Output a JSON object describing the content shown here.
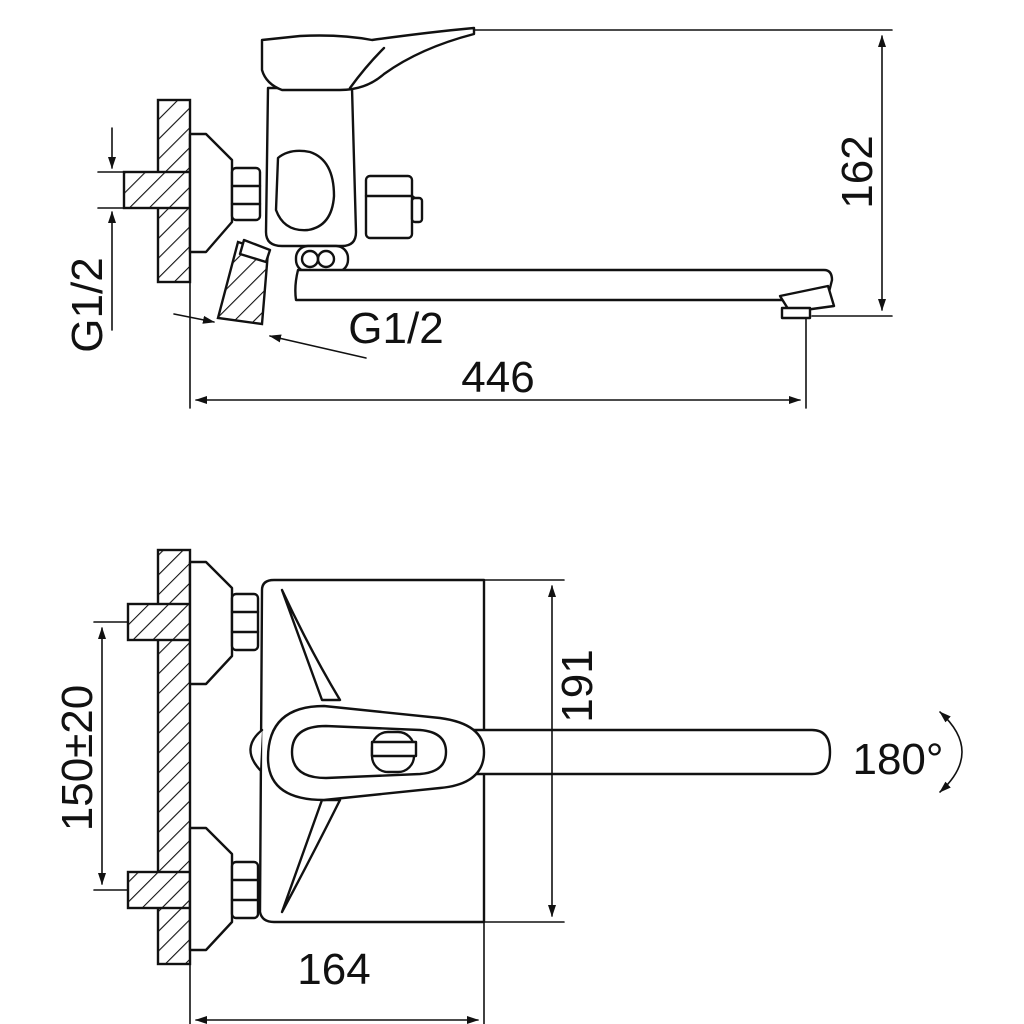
{
  "dimensions": {
    "height_side": "162",
    "length_total": "446",
    "thread_inlet": "G1/2",
    "thread_outlet": "G1/2",
    "centers_spacing": "150±20",
    "height_body": "191",
    "depth": "164",
    "swivel_angle": "180°"
  },
  "colors": {
    "line": "#111111",
    "background": "#ffffff"
  }
}
